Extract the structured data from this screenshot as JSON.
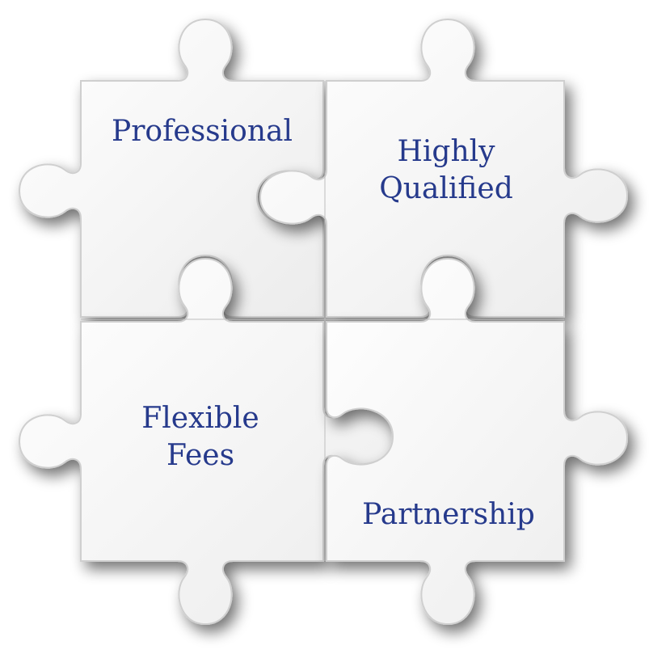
{
  "pieces": [
    {
      "id": "top-left",
      "lines": [
        "Professional"
      ]
    },
    {
      "id": "top-right",
      "lines": [
        "Highly",
        "Qualified"
      ]
    },
    {
      "id": "bottom-left",
      "lines": [
        "Flexible",
        "Fees"
      ]
    },
    {
      "id": "bottom-right",
      "lines": [
        "Partnership"
      ]
    }
  ],
  "colors": {
    "text": "#263a8c",
    "piece_fill": "#f6f6f6",
    "piece_edge": "#d2d2d2",
    "shadow": "#000000"
  }
}
